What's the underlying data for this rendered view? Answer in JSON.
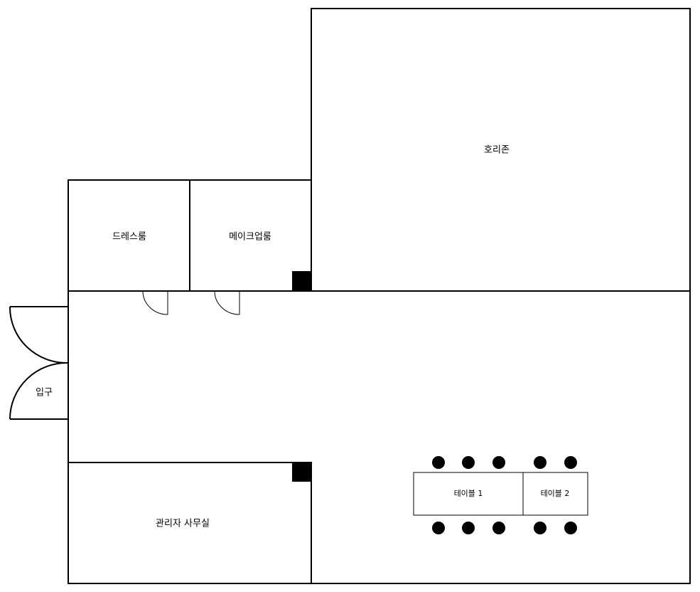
{
  "rooms": {
    "horizon": "호리존",
    "dressing": "드레스룸",
    "makeup": "메이크업룸",
    "entrance": "입구",
    "office": "관리자 사무실"
  },
  "tables": {
    "table1": "테이블 1",
    "table2": "테이블 2"
  },
  "colors": {
    "wall": "#000000",
    "fill": "#000000",
    "background": "#ffffff"
  }
}
